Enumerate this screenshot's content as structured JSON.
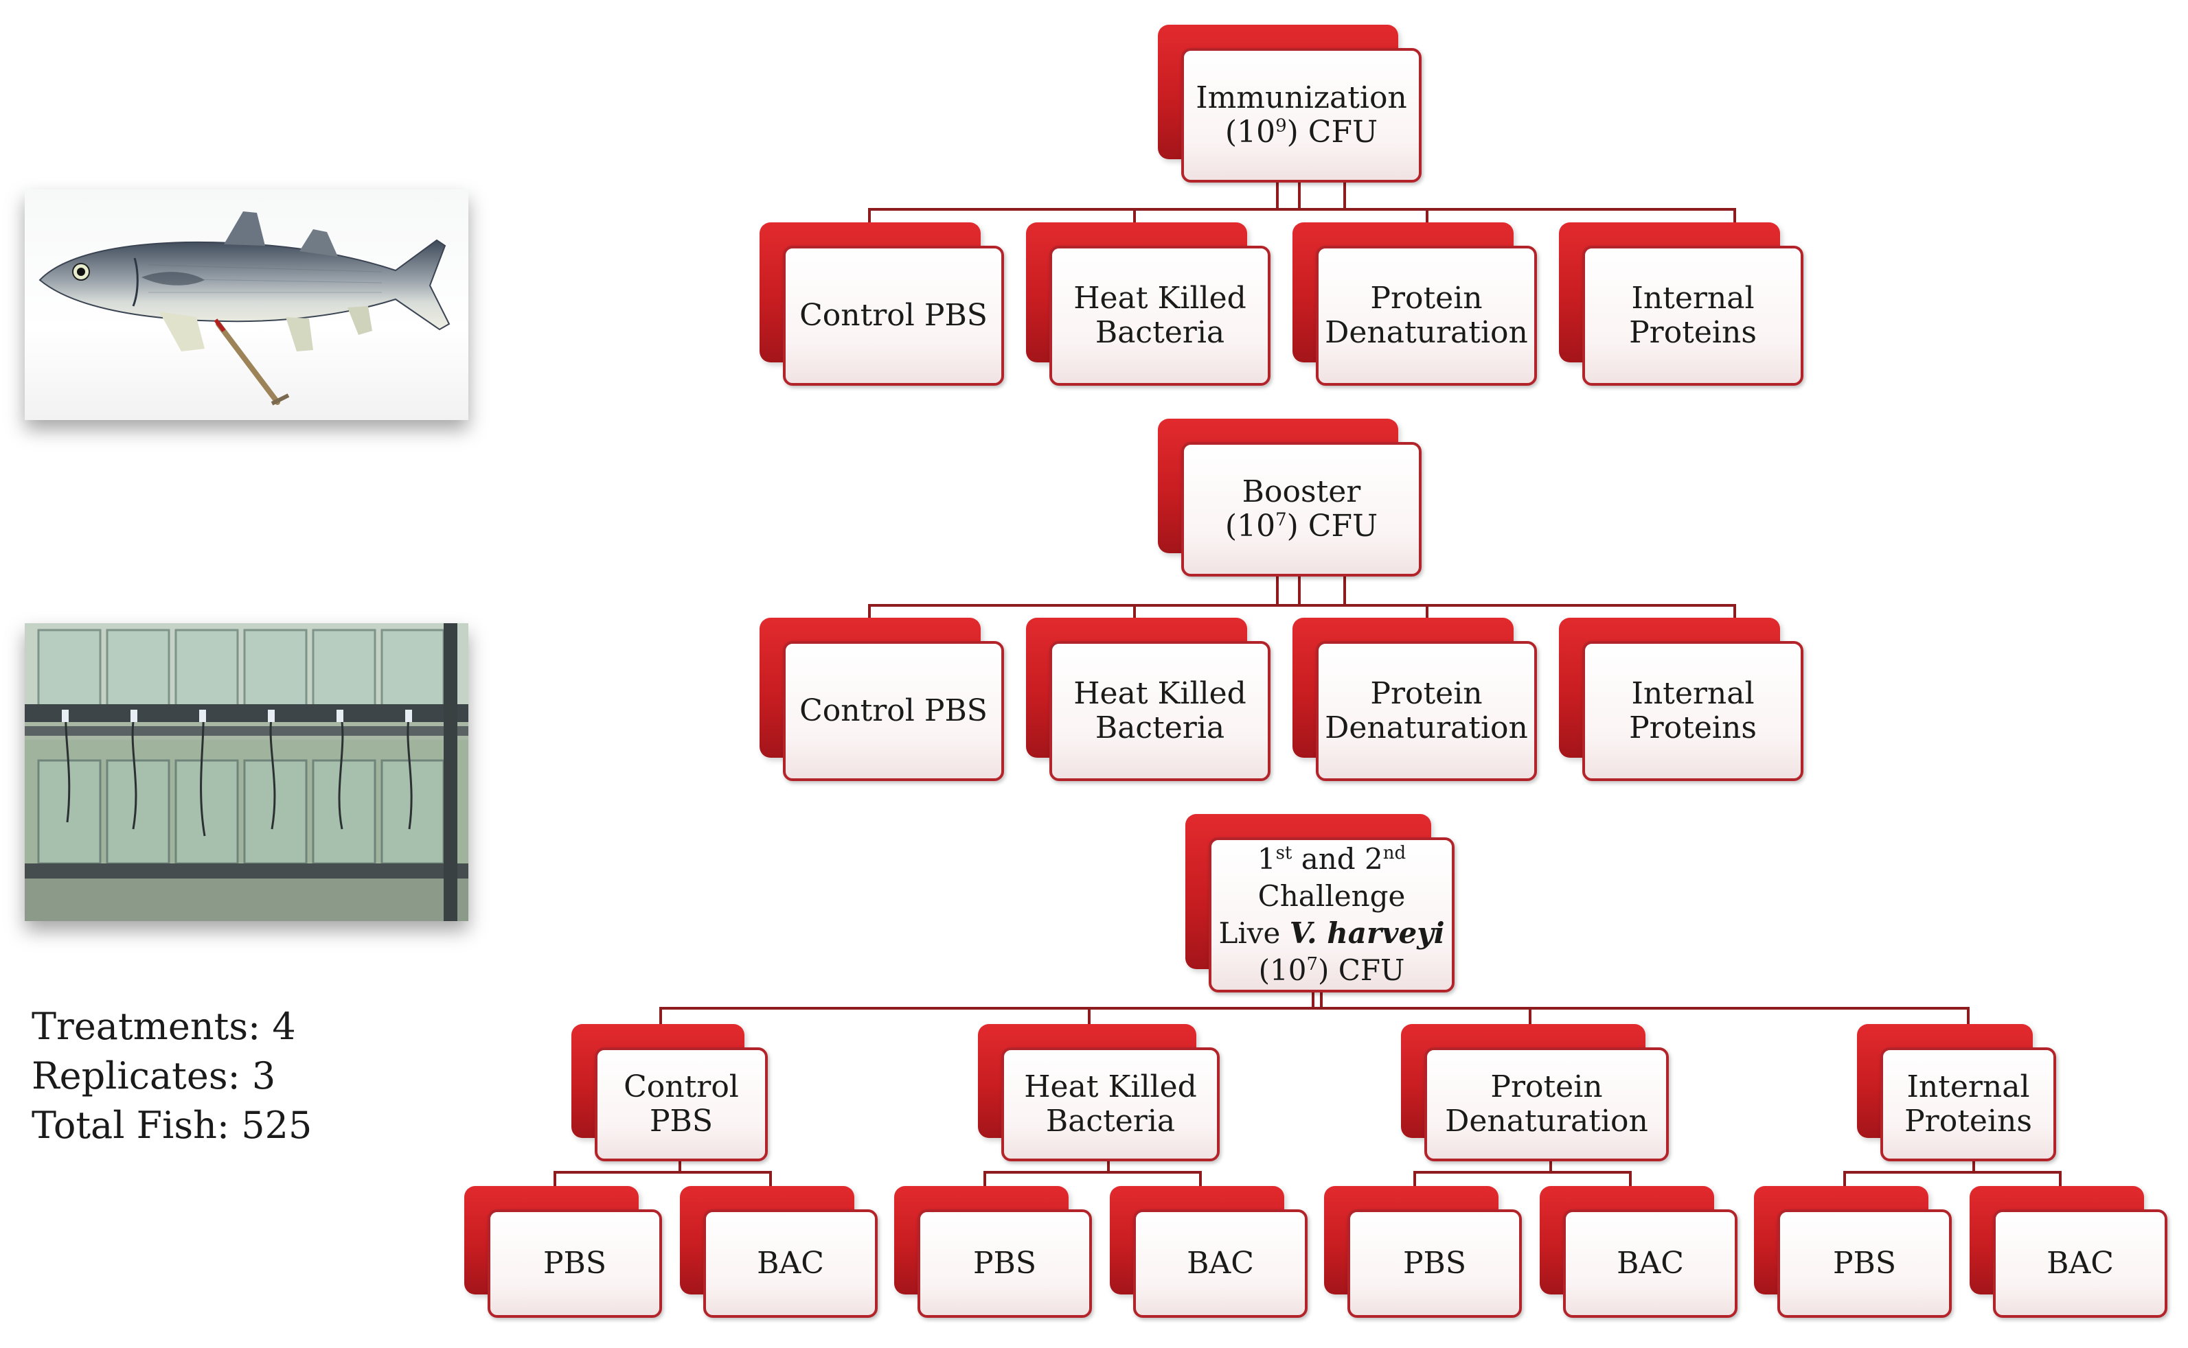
{
  "immunization": {
    "line1": "Immunization",
    "base": "(10",
    "exp": "9",
    "suffix": ") CFU"
  },
  "booster": {
    "line1": "Booster",
    "base": "(10",
    "exp": "7",
    "suffix": ") CFU"
  },
  "challenge": {
    "ord1": "1",
    "sup1": "st",
    "mid": " and 2",
    "sup2": "nd",
    "line2": "Challenge",
    "live": "Live ",
    "species": "V. harveyi",
    "base": "(10",
    "exp": "7",
    "suffix": ") CFU"
  },
  "immunization_groups": [
    {
      "line1": "Control PBS",
      "line2": ""
    },
    {
      "line1": "Heat Killed",
      "line2": "Bacteria"
    },
    {
      "line1": "Protein",
      "line2": "Denaturation"
    },
    {
      "line1": "Internal",
      "line2": "Proteins"
    }
  ],
  "booster_groups": [
    {
      "line1": "Control PBS",
      "line2": ""
    },
    {
      "line1": "Heat Killed",
      "line2": "Bacteria"
    },
    {
      "line1": "Protein",
      "line2": "Denaturation"
    },
    {
      "line1": "Internal",
      "line2": "Proteins"
    }
  ],
  "challenge_groups": [
    {
      "line1": "Control",
      "line2": "PBS",
      "subgroups": [
        "PBS",
        "BAC"
      ]
    },
    {
      "line1": "Heat Killed",
      "line2": "Bacteria",
      "subgroups": [
        "PBS",
        "BAC"
      ]
    },
    {
      "line1": "Protein",
      "line2": "Denaturation",
      "subgroups": [
        "PBS",
        "BAC"
      ]
    },
    {
      "line1": "Internal",
      "line2": "Proteins",
      "subgroups": [
        "PBS",
        "BAC"
      ]
    }
  ],
  "stats": {
    "treatments": "Treatments: 4",
    "replicates": "Replicates: 3",
    "total_fish": "Total Fish: 525"
  },
  "colors": {
    "box_fill": "#d92327",
    "box_border": "#b3242a",
    "connector": "#8e1b1d"
  }
}
